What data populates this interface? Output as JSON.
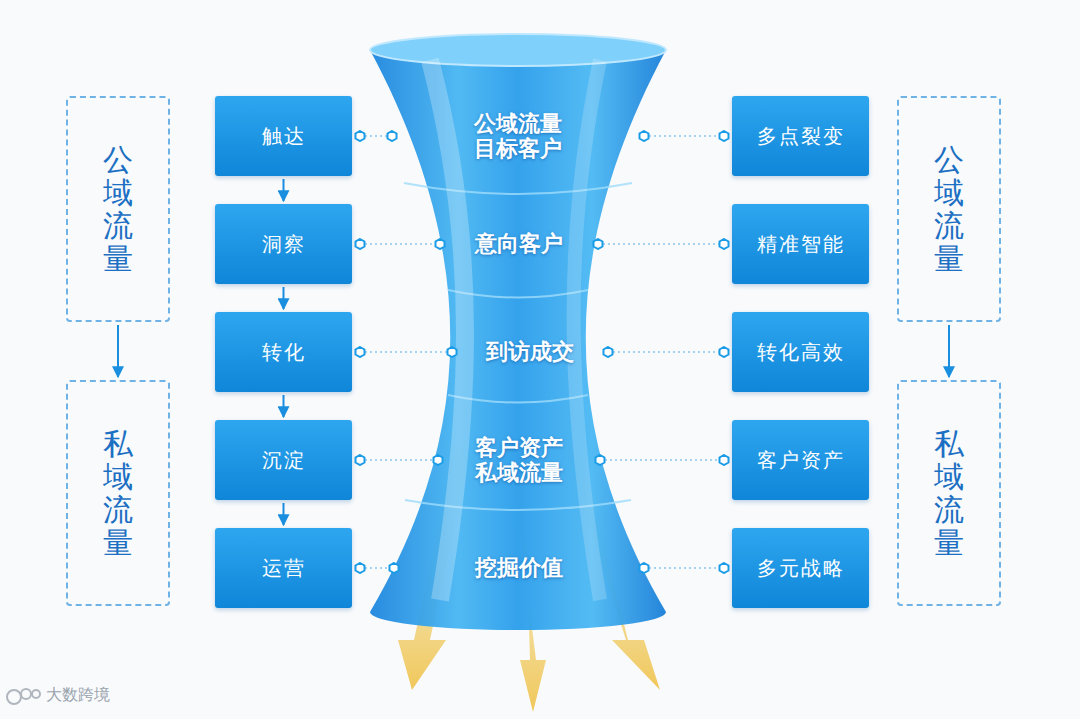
{
  "diagram": {
    "nodes": [
      {
        "text": [
          "公域流量"
        ]
      },
      {
        "text": [
          "私域流量"
        ]
      },
      {
        "text": [
          "触达"
        ]
      },
      {
        "text": [
          "洞察"
        ]
      },
      {
        "text": [
          "转化"
        ]
      },
      {
        "text": [
          "沉淀"
        ]
      },
      {
        "text": [
          "运营"
        ]
      },
      {
        "text": [
          "公域流量 目标客户"
        ]
      },
      {
        "text": [
          "意向客户"
        ]
      },
      {
        "text": [
          "到访成交"
        ]
      },
      {
        "text": [
          "客户资产 私域流量"
        ]
      },
      {
        "text": [
          "挖掘价值"
        ]
      },
      {
        "text": [
          "多点裂变"
        ]
      },
      {
        "text": [
          "精准智能"
        ]
      },
      {
        "text": [
          "转化高效"
        ]
      },
      {
        "text": [
          "客户资产"
        ]
      },
      {
        "text": [
          "多元战略"
        ]
      },
      {
        "text": [
          "公域流量"
        ]
      },
      {
        "text": [
          "私域流量"
        ]
      }
    ],
    "edges": [
      {
        "from": 0,
        "to": 1,
        "arrow": "to"
      },
      {
        "from": 2,
        "to": 3,
        "arrow": "to"
      },
      {
        "from": 3,
        "to": 4,
        "arrow": "to"
      },
      {
        "from": 4,
        "to": 5,
        "arrow": "to"
      },
      {
        "from": 5,
        "to": 6,
        "arrow": "to"
      },
      {
        "from": 17,
        "to": 18,
        "arrow": "to"
      },
      {
        "from": 2,
        "to": 7,
        "arrow": "none"
      },
      {
        "from": 3,
        "to": 8,
        "arrow": "none"
      },
      {
        "from": 4,
        "to": 9,
        "arrow": "none"
      },
      {
        "from": 5,
        "to": 10,
        "arrow": "none"
      },
      {
        "from": 6,
        "to": 11,
        "arrow": "none"
      },
      {
        "from": 7,
        "to": 12,
        "arrow": "none"
      },
      {
        "from": 8,
        "to": 13,
        "arrow": "none"
      },
      {
        "from": 9,
        "to": 14,
        "arrow": "none"
      },
      {
        "from": 10,
        "to": 15,
        "arrow": "none"
      },
      {
        "from": 11,
        "to": 16,
        "arrow": "none"
      }
    ],
    "labels": [
      "大数跨境"
    ]
  }
}
